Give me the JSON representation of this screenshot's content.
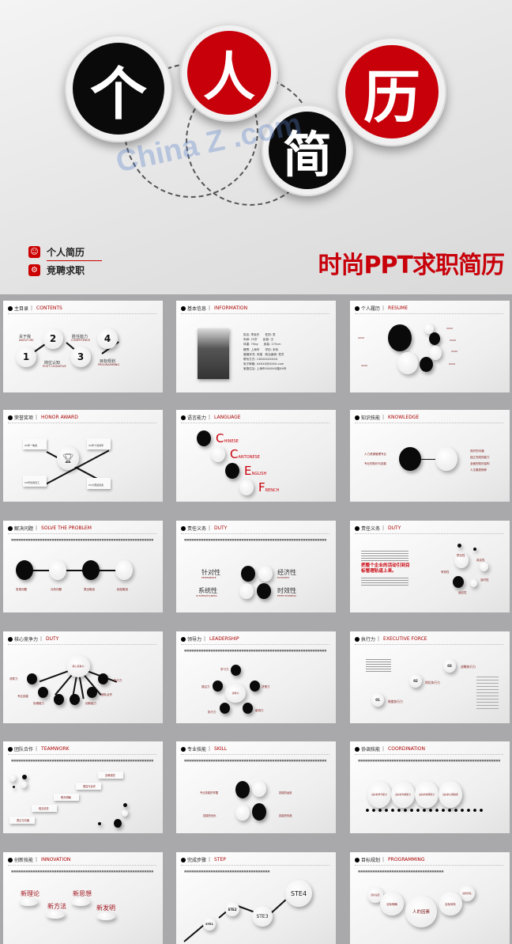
{
  "hero": {
    "chars": [
      "个",
      "人",
      "简",
      "历"
    ],
    "watermark": "China Z .com",
    "brand": [
      "个人简历",
      "竞聘求职"
    ],
    "title": "时尚PPT求职简历",
    "colors": {
      "red": "#c8000a",
      "black": "#0a0a0a"
    }
  },
  "slides": [
    {
      "zh": "主目录",
      "en": "CONTENTS",
      "nums": [
        "1",
        "2",
        "3",
        "4"
      ],
      "labels": [
        {
          "zh": "关于我",
          "en": "ABOUT ME"
        },
        {
          "zh": "岗位认知",
          "en": "POST COGNITIVE"
        },
        {
          "zh": "胜任能力",
          "en": "COMPETENCE"
        },
        {
          "zh": "目标规划",
          "en": "PROGRAMMING"
        }
      ]
    },
    {
      "zh": "基本信息",
      "en": "INFORMATION",
      "rows": [
        "姓名: 李晓东　　性别: 男",
        "年龄: 25岁　　民族: 汉",
        "体重: 70kg　　身高: 175cm",
        "籍贯: 上海市　　学历: 本科",
        "婚姻状况: 未婚　政治面貌: 党员",
        "联系方式: 138XXXXXXXX",
        "电子邮箱: XXXXX@XXXX.com",
        "家庭住址: 上海市XXXXXX路XX号"
      ]
    },
    {
      "zh": "个人履历",
      "en": "RESUME",
      "items": [
        "XXXX",
        "XXXX",
        "XXXX",
        "XXXX",
        "XXXX",
        "XXXX"
      ]
    },
    {
      "zh": "荣誉奖项",
      "en": "HONOR AWARD",
      "items": [
        "XX年一等奖",
        "XX年十佳青年",
        "XX年优秀员工",
        "XX大赛最佳奖"
      ]
    },
    {
      "zh": "语言能力",
      "en": "LANGUAGE",
      "langs": [
        {
          "cap": "C",
          "rest": "HINESE"
        },
        {
          "cap": "C",
          "rest": "ANTONESE"
        },
        {
          "cap": "E",
          "rest": "NGLISH"
        },
        {
          "cap": "F",
          "rest": "RENCH"
        }
      ]
    },
    {
      "zh": "知识技能",
      "en": "KNOWLEDGE",
      "left": [
        "人力资源管理专业",
        "专业的知识与技能"
      ],
      "right": [
        "良好的沟通",
        "独立完成的能力",
        "全面的知识结构",
        "人文素质修养"
      ]
    },
    {
      "zh": "解决问题",
      "en": "SOLVE THE PROBLEM",
      "items": [
        "发现问题",
        "分析问题",
        "提出假设",
        "检验假设"
      ]
    },
    {
      "zh": "责任义务",
      "en": "DUTY",
      "items": [
        {
          "zh": "针对性",
          "en": "PERTINENCE"
        },
        {
          "zh": "经济性",
          "en": "ECONOMY"
        },
        {
          "zh": "系统性",
          "en": "SYSTEMATICNESS"
        },
        {
          "zh": "时效性",
          "en": "EFFECTIVENESS"
        }
      ]
    },
    {
      "zh": "责任义务",
      "en": "DUTY",
      "headline": "把整个企业的活动引到目标管理轨道上来。",
      "items": [
        "预见性",
        "真实性",
        "有效性",
        "及时性",
        "适应性"
      ]
    },
    {
      "zh": "核心竞争力",
      "en": "DUTY",
      "center": "核心竞争力",
      "items": [
        "领导力",
        "专业技能",
        "协调能力",
        "创新能力",
        "团队合作",
        "执行力"
      ]
    },
    {
      "zh": "领导力",
      "en": "LEADERSHIP",
      "center": "领导力",
      "items": [
        "学习力",
        "决策力",
        "感召力",
        "执行力",
        "影响力"
      ]
    },
    {
      "zh": "执行力",
      "en": "EXECUTIVE FORCE",
      "items": [
        {
          "n": "01",
          "label": "制度执行力"
        },
        {
          "n": "02",
          "label": "岗位执行力"
        },
        {
          "n": "03",
          "label": "战略执行力"
        }
      ]
    },
    {
      "zh": "团队合作",
      "en": "TEAMWORK",
      "items": [
        "表达与沟通",
        "相互信任",
        "职责明确",
        "宽容与合作",
        "全局观念"
      ]
    },
    {
      "zh": "专业技能",
      "en": "SKILL",
      "items": [
        "专业技能的掌握",
        "技能的运用",
        "技能的优化",
        "技能的传递"
      ]
    },
    {
      "zh": "协调技能",
      "en": "COORDINATION",
      "items": [
        "良好的学习能力",
        "良好的沟通能力",
        "良好的协调能力",
        "良好的心理素质"
      ]
    },
    {
      "zh": "创新技能",
      "en": "INNOVATION",
      "items": [
        "新理论",
        "新方法",
        "新思想",
        "新发明"
      ]
    },
    {
      "zh": "完成步骤",
      "en": "STEP",
      "items": [
        "STE1",
        "STE2",
        "STE3",
        "STE4"
      ]
    },
    {
      "zh": "目标规划",
      "en": "PROGRAMMING",
      "center": "人的因素",
      "items": [
        "目标设定",
        "目标明确",
        "目标体系",
        "成果评估"
      ]
    }
  ]
}
